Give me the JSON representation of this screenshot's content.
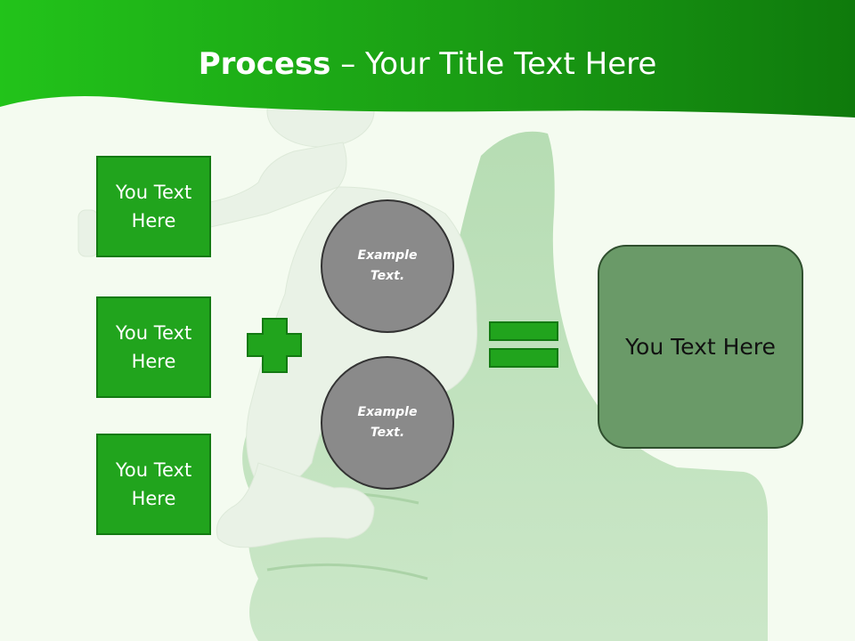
{
  "slide": {
    "title_bold": "Process",
    "title_rest": " – Your Title Text Here"
  },
  "inputs": [
    {
      "label": "You Text Here"
    },
    {
      "label": "You Text Here"
    },
    {
      "label": "You Text Here"
    }
  ],
  "circles": [
    {
      "label": "Example Text."
    },
    {
      "label": "Example Text."
    }
  ],
  "result": {
    "label": "You Text Here"
  },
  "operators": {
    "plus": "plus-icon",
    "equals": "equals-icon"
  },
  "colors": {
    "banner": "#1fb51a",
    "box_fill": "#21a41d",
    "circle_fill": "#8a8a8a",
    "result_fill": "#6a9a68",
    "background": "#f4fbf0"
  }
}
